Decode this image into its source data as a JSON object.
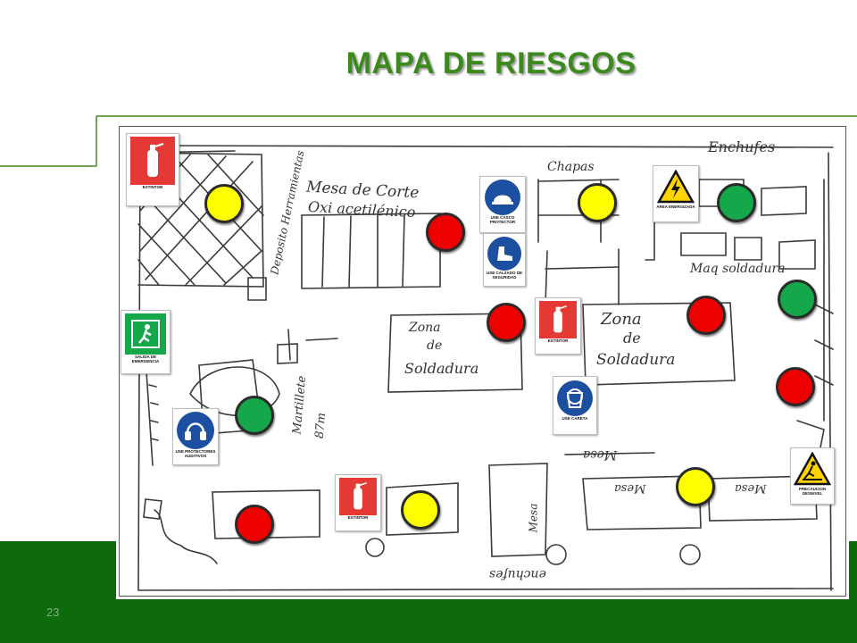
{
  "title": "MAPA DE RIESGOS",
  "page_number": "23",
  "colors": {
    "title": "#3c8a1e",
    "footer": "#0d6b0d",
    "risk_high": "#ee0000",
    "risk_medium": "#ffff00",
    "risk_low": "#14a84a"
  },
  "signs": {
    "extintor_top": "EXTINTOR",
    "salida": "SALIDA DE EMERGENCIA",
    "casco": "USE CASCO PROTECTOR",
    "calzado": "USE CALZADO DE SEGURIDAD",
    "extintor_mid": "EXTINTOR",
    "careta": "USE CARETA",
    "auditivos": "USE PROTECTORES AUDITIVOS",
    "extintor_bottom": "EXTINTOR",
    "energizada": "AREA ENERGIZADA",
    "desnivel": "PRECAUCION DESNIVEL"
  },
  "handwritten": {
    "mesa_corte": "Mesa de Corte",
    "oxi": "Oxi acetilénico",
    "deposito": "Deposito Herramientas",
    "chapas": "Chapas",
    "enchufes": "Enchufes",
    "maq_soldadura": "Maq soldadura",
    "zona1_a": "Zona",
    "zona1_b": "de",
    "zona1_c": "Soldadura",
    "zona2_a": "Zona",
    "zona2_b": "de",
    "zona2_c": "Soldadura",
    "martillete": "Martillete",
    "martillete_b": "87m",
    "mesa_b1": "Mesa",
    "mesa_b2": "Mesa",
    "mesa_b3": "Mesa",
    "mesa_b4": "Mesa",
    "enchufes_b": "enchufes"
  }
}
